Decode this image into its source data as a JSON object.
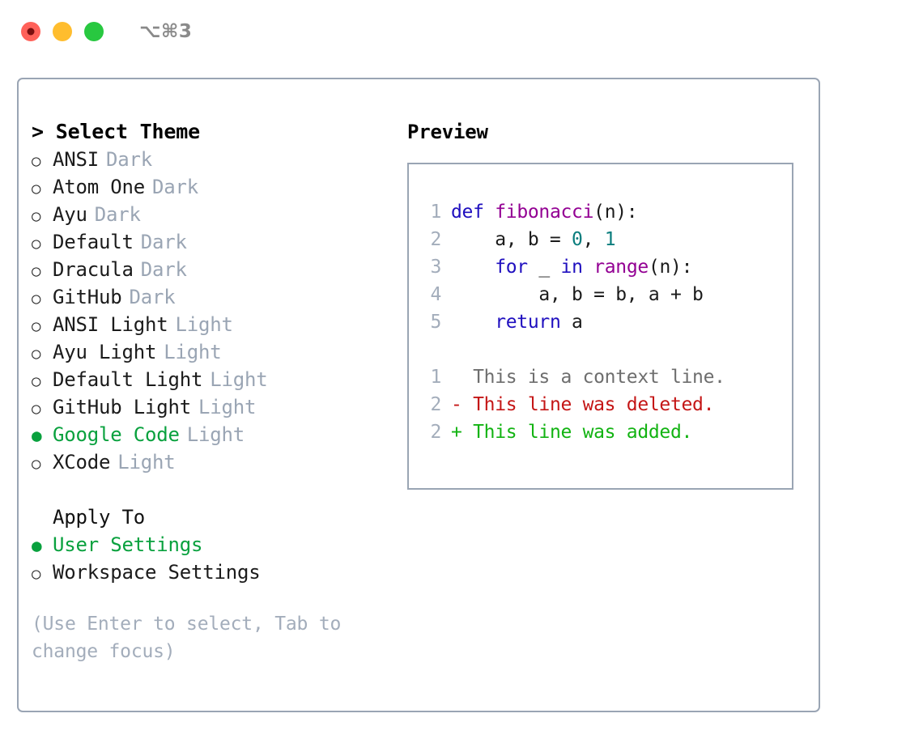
{
  "titlebar": {
    "lights": [
      {
        "name": "close-button",
        "color": "#ff6159"
      },
      {
        "name": "minimize-button",
        "color": "#ffbd2e"
      },
      {
        "name": "maximize-button",
        "color": "#28c840"
      }
    ],
    "shortcut": "⌥⌘3"
  },
  "left": {
    "heading_caret": ">",
    "heading": "Select Theme",
    "themes": [
      {
        "bullet": "○",
        "name": "ANSI",
        "tag": "Dark",
        "selected": false
      },
      {
        "bullet": "○",
        "name": "Atom One",
        "tag": "Dark",
        "selected": false
      },
      {
        "bullet": "○",
        "name": "Ayu",
        "tag": "Dark",
        "selected": false
      },
      {
        "bullet": "○",
        "name": "Default",
        "tag": "Dark",
        "selected": false
      },
      {
        "bullet": "○",
        "name": "Dracula",
        "tag": "Dark",
        "selected": false
      },
      {
        "bullet": "○",
        "name": "GitHub",
        "tag": "Dark",
        "selected": false
      },
      {
        "bullet": "○",
        "name": "ANSI Light",
        "tag": "Light",
        "selected": false
      },
      {
        "bullet": "○",
        "name": "Ayu Light",
        "tag": "Light",
        "selected": false
      },
      {
        "bullet": "○",
        "name": "Default Light",
        "tag": "Light",
        "selected": false
      },
      {
        "bullet": "○",
        "name": "GitHub Light",
        "tag": "Light",
        "selected": false
      },
      {
        "bullet": "●",
        "name": "Google Code",
        "tag": "Light",
        "selected": true
      },
      {
        "bullet": "○",
        "name": "XCode",
        "tag": "Light",
        "selected": false
      }
    ],
    "apply_to_heading": "Apply To",
    "apply_to": [
      {
        "bullet": "●",
        "name": "User Settings",
        "selected": true
      },
      {
        "bullet": "○",
        "name": "Workspace Settings",
        "selected": false
      }
    ],
    "hint": "(Use Enter to select, Tab to change focus)"
  },
  "preview": {
    "title": "Preview",
    "code_lines": [
      {
        "no": "1",
        "tokens": [
          {
            "t": "def",
            "c": "kw"
          },
          {
            "t": " ",
            "c": "pl"
          },
          {
            "t": "fibonacci",
            "c": "fn"
          },
          {
            "t": "(n):",
            "c": "pl"
          }
        ]
      },
      {
        "no": "2",
        "tokens": [
          {
            "t": "    a, b = ",
            "c": "pl"
          },
          {
            "t": "0",
            "c": "num"
          },
          {
            "t": ", ",
            "c": "pl"
          },
          {
            "t": "1",
            "c": "num"
          }
        ]
      },
      {
        "no": "3",
        "tokens": [
          {
            "t": "    ",
            "c": "pl"
          },
          {
            "t": "for",
            "c": "kw"
          },
          {
            "t": " _ ",
            "c": "pl"
          },
          {
            "t": "in",
            "c": "kw"
          },
          {
            "t": " ",
            "c": "pl"
          },
          {
            "t": "range",
            "c": "fn"
          },
          {
            "t": "(n):",
            "c": "pl"
          }
        ]
      },
      {
        "no": "4",
        "tokens": [
          {
            "t": "        a, b = b, a + b",
            "c": "pl"
          }
        ]
      },
      {
        "no": "5",
        "tokens": [
          {
            "t": "    ",
            "c": "pl"
          },
          {
            "t": "return",
            "c": "kw"
          },
          {
            "t": " a",
            "c": "pl"
          }
        ]
      }
    ],
    "diff_lines": [
      {
        "no": "1",
        "marker": " ",
        "text": " This is a context line.",
        "kind": "ctx"
      },
      {
        "no": "2",
        "marker": "-",
        "text": " This line was deleted.",
        "kind": "del"
      },
      {
        "no": "2",
        "marker": "+",
        "text": " This line was added.",
        "kind": "add"
      }
    ]
  },
  "colors": {
    "border": "#9aa5b4",
    "accent_green": "#09a13e",
    "muted": "#9aa5b4",
    "hint": "#a3adbb",
    "keyword": "#1f0fbf",
    "function": "#930093",
    "number": "#0a7d7d",
    "diff_add": "#12b312",
    "diff_del": "#c41616",
    "diff_ctx": "#6e6e6e"
  }
}
